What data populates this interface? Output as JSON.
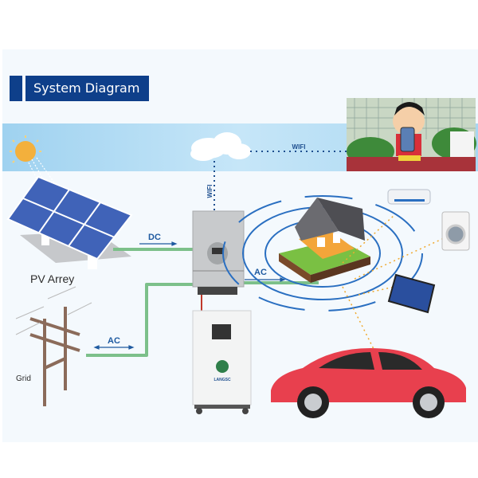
{
  "title": "System Diagram",
  "labels": {
    "pv_array": "PV Arrey",
    "grid": "Grid",
    "dc": "DC",
    "ac_house": "AC",
    "ac_grid": "AC",
    "wifi_vertical": "WIFI",
    "wifi_horizontal": "WIFI"
  },
  "battery_brand": "LANGSC",
  "colors": {
    "title_bg": "#0e3f8a",
    "cable": "#7cc08a",
    "flow_text": "#1e5aa0",
    "sky": "#aed9f2",
    "car": "#e8404e"
  }
}
